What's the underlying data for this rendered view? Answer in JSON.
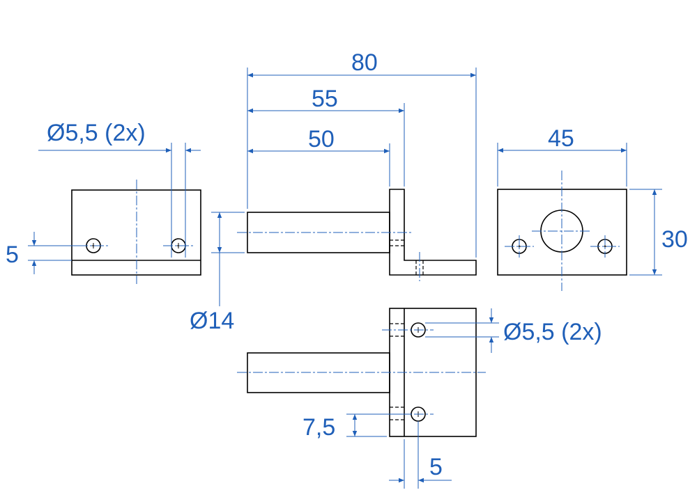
{
  "colors": {
    "dimension": "#1f5fb8",
    "outline": "#000000",
    "background": "#ffffff"
  },
  "dimensions": {
    "hole_left": "Ø5,5 (2x)",
    "left_offset": "5",
    "overall_length": "80",
    "plate_position": "55",
    "pin_length": "50",
    "pin_diameter": "Ø14",
    "width": "45",
    "height": "30",
    "hole_top": "Ø5,5 (2x)",
    "hole_offset": "7,5",
    "thickness": "5"
  }
}
